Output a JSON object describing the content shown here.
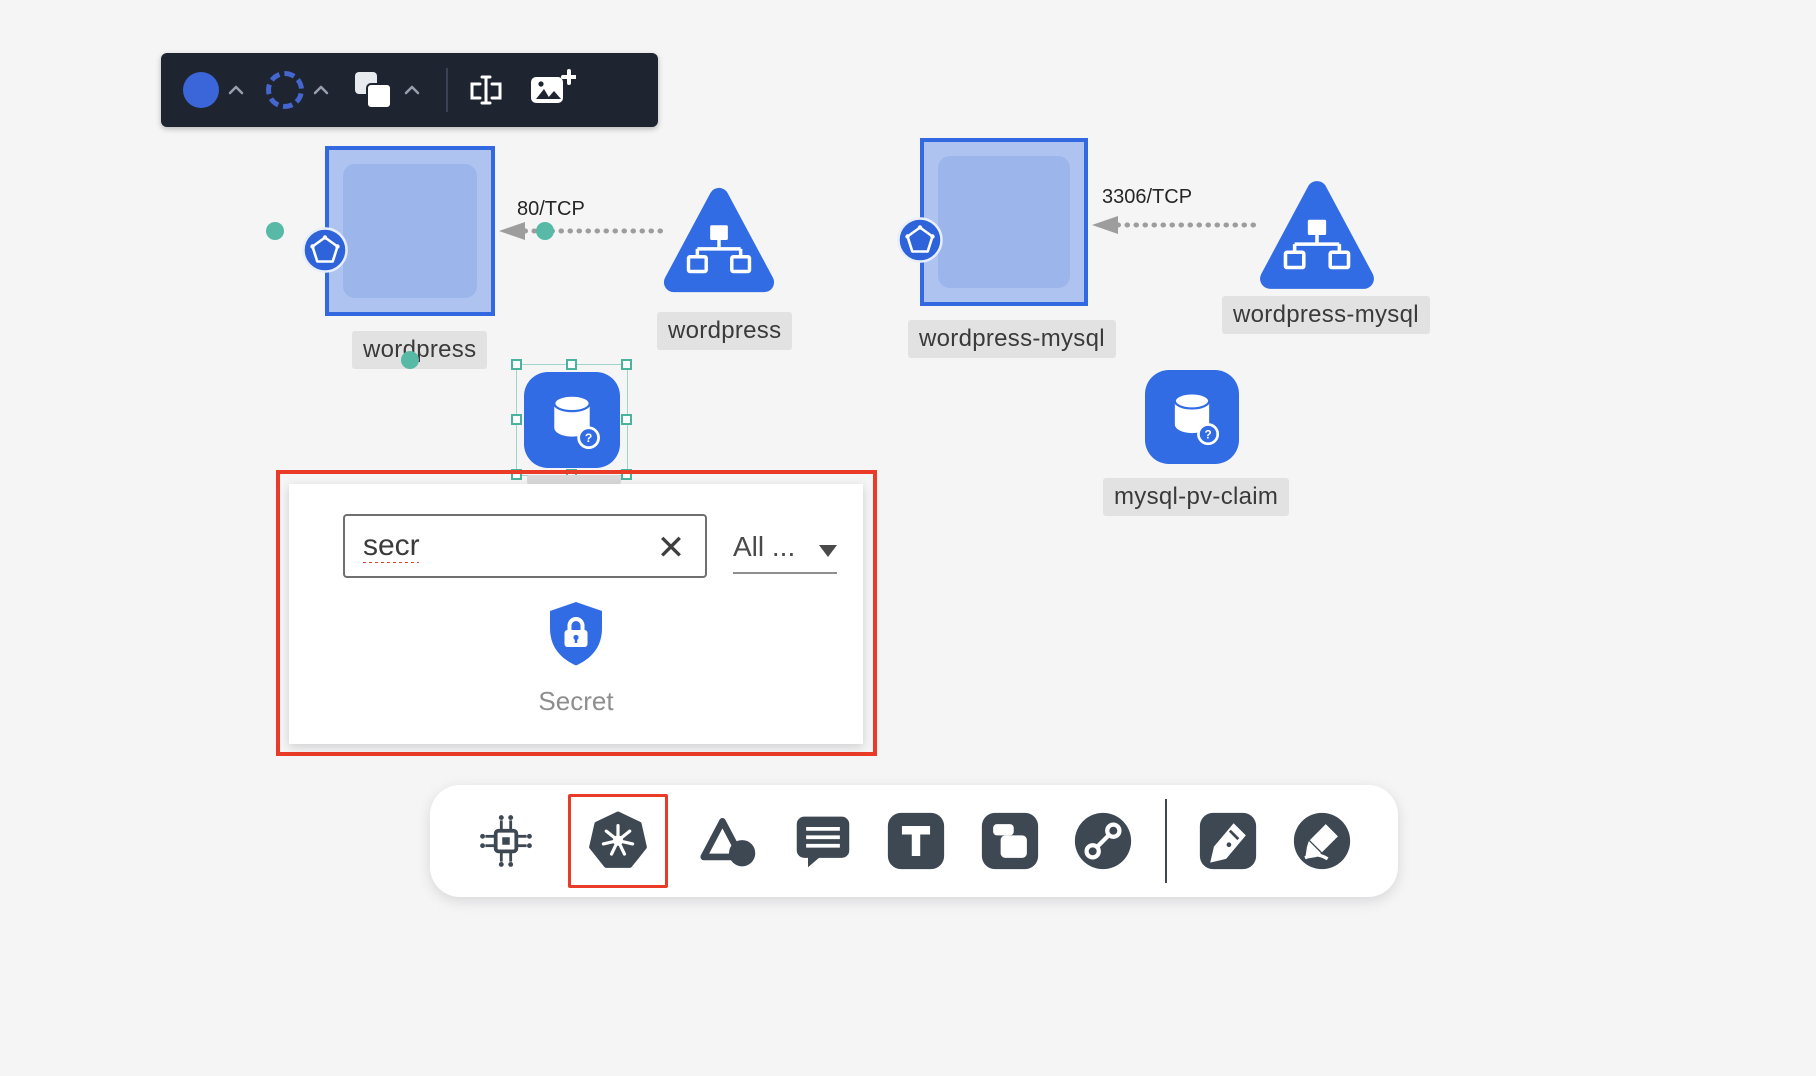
{
  "colors": {
    "accent_blue": "#326ce5",
    "pod_fill": "#aec3ef",
    "teal_handle": "#57b9a6",
    "highlight_red": "#ea3b28",
    "toolbar_dark": "#1f2530",
    "icon_dark": "#3d4852",
    "label_pill_bg": "#e2e2e2"
  },
  "top_toolbar": {
    "icons": [
      "fill-style-swatch",
      "stroke-style-swatch",
      "copy-style-icon",
      "field-resize-icon",
      "add-image-icon"
    ]
  },
  "canvas": {
    "pods": [
      {
        "label": "wordpress"
      },
      {
        "label": "wordpress-mysql"
      }
    ],
    "services": [
      {
        "label": "wordpress"
      },
      {
        "label": "wordpress-mysql"
      }
    ],
    "connections": [
      {
        "port": "80/TCP"
      },
      {
        "port": "3306/TCP"
      }
    ],
    "volumes": [
      {
        "label": "mysql-pv-claim"
      }
    ]
  },
  "picker": {
    "search_value": "secr",
    "clear_glyph": "✕",
    "filter_value": "All ...",
    "results": [
      {
        "label": "Secret",
        "icon": "secret-shield-icon"
      }
    ]
  },
  "bottom_toolbar": {
    "tools": [
      "infrastructure",
      "kubernetes",
      "shapes",
      "comment",
      "text",
      "frame",
      "connector",
      "pen",
      "highlighter"
    ],
    "selected": "kubernetes"
  }
}
